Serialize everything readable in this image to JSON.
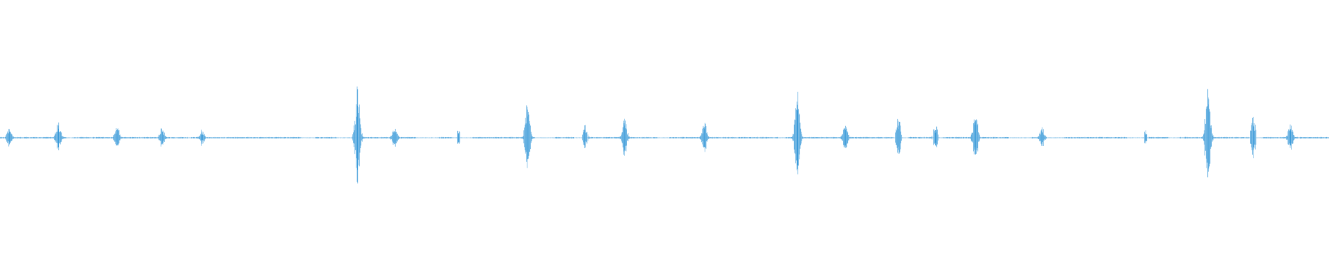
{
  "waveform": {
    "color": "#3a9ad9",
    "axis_color": "#6fb6e6",
    "amplitude_scale": "dense-noise-with-sparse-peaks",
    "peak_markers": [
      {
        "t": 0.007,
        "amp": 0.08
      },
      {
        "t": 0.044,
        "amp": 0.12
      },
      {
        "t": 0.088,
        "amp": 0.1
      },
      {
        "t": 0.122,
        "amp": 0.08
      },
      {
        "t": 0.152,
        "amp": 0.06
      },
      {
        "t": 0.269,
        "amp": 0.42
      },
      {
        "t": 0.297,
        "amp": 0.08
      },
      {
        "t": 0.345,
        "amp": 0.06
      },
      {
        "t": 0.397,
        "amp": 0.28
      },
      {
        "t": 0.44,
        "amp": 0.1
      },
      {
        "t": 0.47,
        "amp": 0.16
      },
      {
        "t": 0.53,
        "amp": 0.12
      },
      {
        "t": 0.6,
        "amp": 0.36
      },
      {
        "t": 0.636,
        "amp": 0.1
      },
      {
        "t": 0.676,
        "amp": 0.16
      },
      {
        "t": 0.704,
        "amp": 0.1
      },
      {
        "t": 0.734,
        "amp": 0.22
      },
      {
        "t": 0.784,
        "amp": 0.08
      },
      {
        "t": 0.862,
        "amp": 0.06
      },
      {
        "t": 0.909,
        "amp": 0.44
      },
      {
        "t": 0.943,
        "amp": 0.16
      },
      {
        "t": 0.971,
        "amp": 0.1
      }
    ]
  }
}
